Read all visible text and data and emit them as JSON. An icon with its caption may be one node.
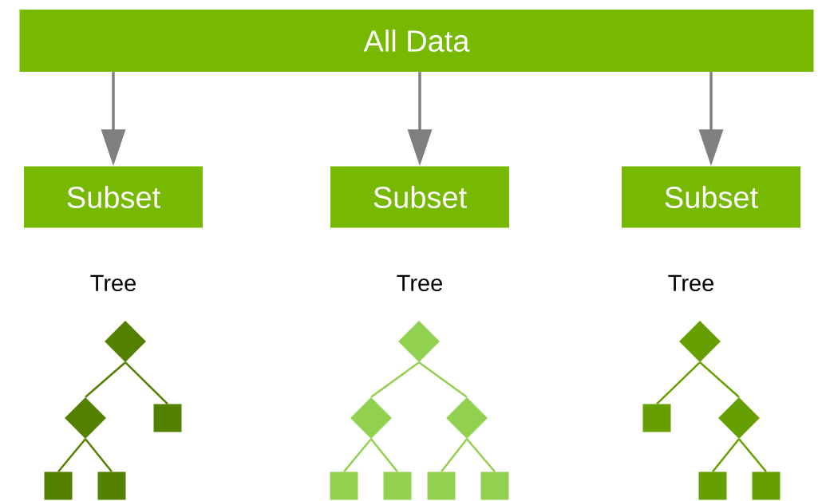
{
  "diagram": {
    "nodes": [
      {
        "text": [
          "All Data"
        ]
      },
      {
        "text": [
          "Subset"
        ]
      },
      {
        "text": [
          "Subset"
        ]
      },
      {
        "text": [
          "Subset"
        ]
      },
      {
        "text": [],
        "shape": "diamond"
      },
      {
        "text": [],
        "shape": "diamond"
      },
      {
        "text": [],
        "shape": "box"
      },
      {
        "text": [],
        "shape": "box"
      },
      {
        "text": [],
        "shape": "box"
      },
      {
        "text": [],
        "shape": "diamond"
      },
      {
        "text": [],
        "shape": "diamond"
      },
      {
        "text": [],
        "shape": "diamond"
      },
      {
        "text": [],
        "shape": "box"
      },
      {
        "text": [],
        "shape": "box"
      },
      {
        "text": [],
        "shape": "box"
      },
      {
        "text": [],
        "shape": "box"
      },
      {
        "text": [],
        "shape": "diamond"
      },
      {
        "text": [],
        "shape": "box"
      },
      {
        "text": [],
        "shape": "diamond"
      },
      {
        "text": [],
        "shape": "box"
      },
      {
        "text": [],
        "shape": "box"
      }
    ],
    "edges": [
      {
        "from": 0,
        "to": 1,
        "arrow": "to",
        "color": "#808080"
      },
      {
        "from": 0,
        "to": 2,
        "arrow": "to",
        "color": "#808080"
      },
      {
        "from": 0,
        "to": 3,
        "arrow": "to",
        "color": "#808080"
      },
      {
        "from": 4,
        "to": 5,
        "arrow": "none",
        "color": "#548000"
      },
      {
        "from": 4,
        "to": 6,
        "arrow": "none",
        "color": "#548000"
      },
      {
        "from": 5,
        "to": 7,
        "arrow": "none",
        "color": "#548000"
      },
      {
        "from": 5,
        "to": 8,
        "arrow": "none",
        "color": "#548000"
      },
      {
        "from": 9,
        "to": 10,
        "arrow": "none",
        "color": "#92d050"
      },
      {
        "from": 9,
        "to": 11,
        "arrow": "none",
        "color": "#92d050"
      },
      {
        "from": 10,
        "to": 12,
        "arrow": "none",
        "color": "#92d050"
      },
      {
        "from": 10,
        "to": 13,
        "arrow": "none",
        "color": "#92d050"
      },
      {
        "from": 11,
        "to": 14,
        "arrow": "none",
        "color": "#92d050"
      },
      {
        "from": 11,
        "to": 15,
        "arrow": "none",
        "color": "#92d050"
      },
      {
        "from": 16,
        "to": 17,
        "arrow": "none",
        "color": "#66a000"
      },
      {
        "from": 16,
        "to": 18,
        "arrow": "none",
        "color": "#66a000"
      },
      {
        "from": 18,
        "to": 19,
        "arrow": "none",
        "color": "#66a000"
      },
      {
        "from": 18,
        "to": 20,
        "arrow": "none",
        "color": "#66a000"
      }
    ],
    "labels": [
      "Tree",
      "Tree",
      "Tree"
    ]
  }
}
